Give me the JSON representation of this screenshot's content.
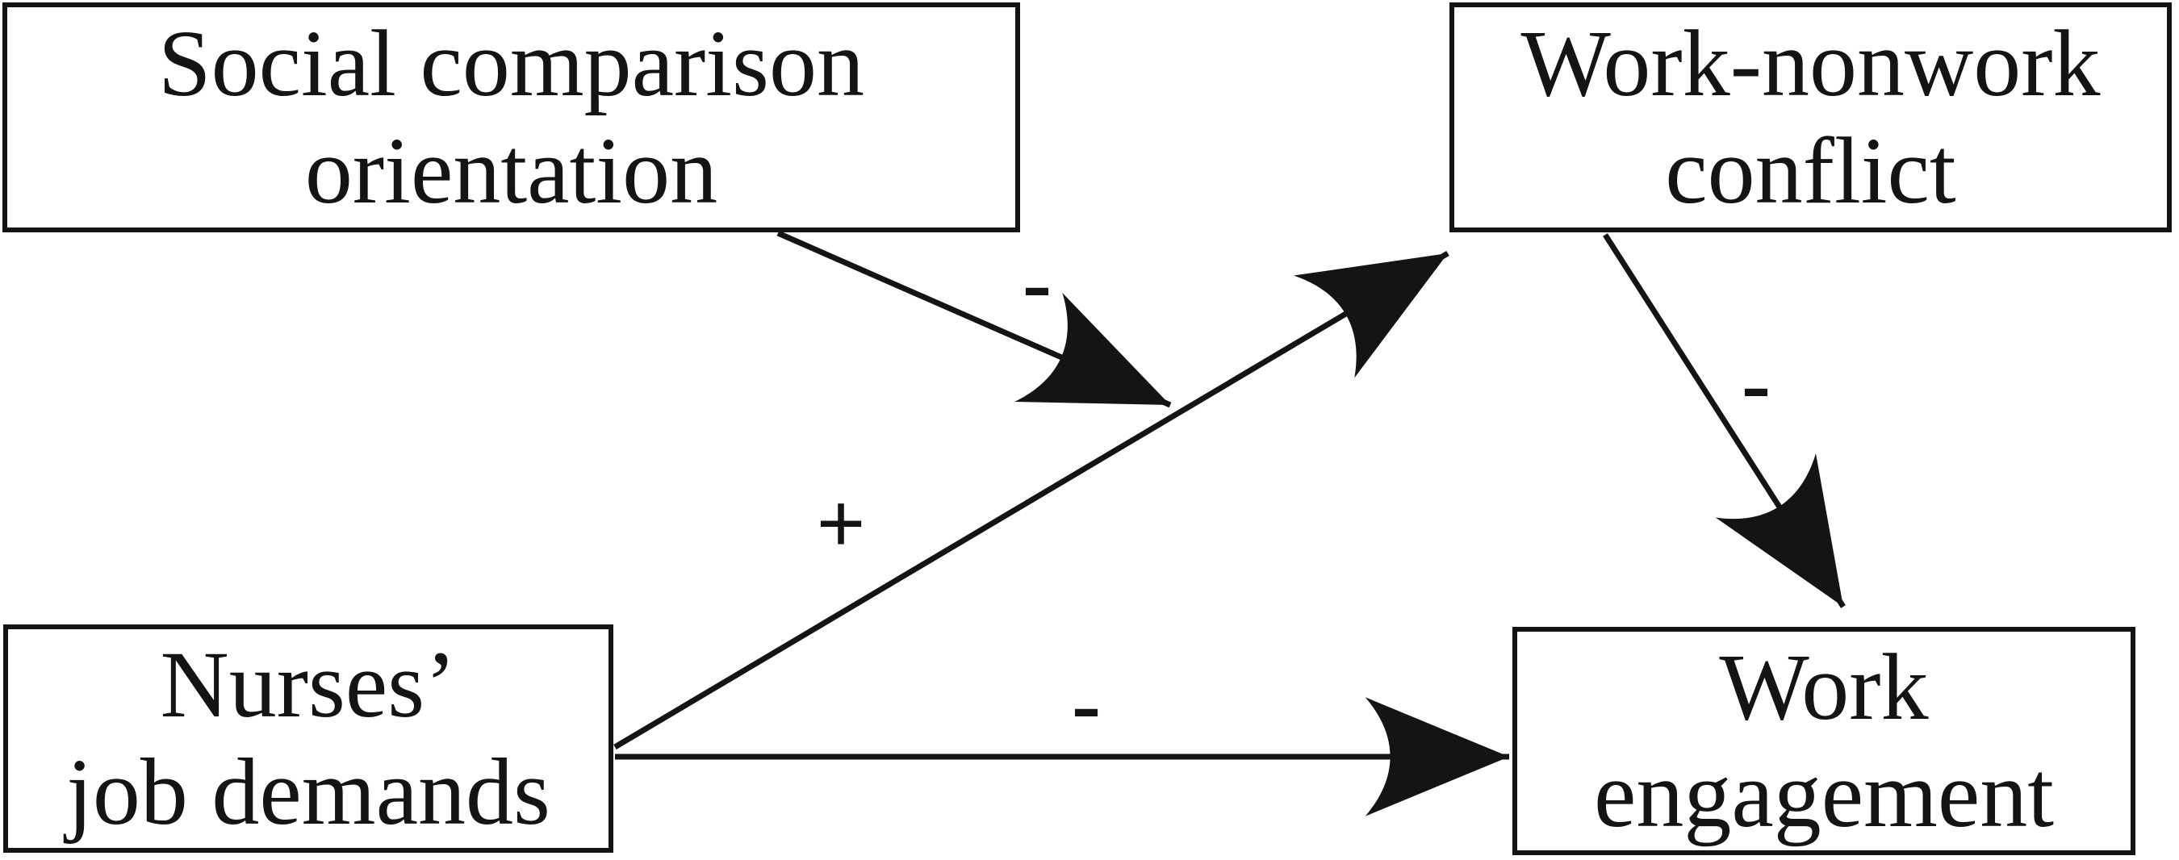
{
  "figure": {
    "type": "path-model-diagram",
    "background_color": "#ffffff",
    "ink_color": "#141414"
  },
  "nodes": [
    {
      "id": "social-comparison-orientation",
      "label": "Social comparison\norientation"
    },
    {
      "id": "work-nonwork-conflict",
      "label": "Work-nonwork\nconflict"
    },
    {
      "id": "nurses-job-demands",
      "label": "Nurses’\njob demands"
    },
    {
      "id": "work-engagement",
      "label": "Work\nengagement"
    }
  ],
  "edges": [
    {
      "id": "moderation-of-demands-conflict-path",
      "from": "social-comparison-orientation",
      "to": "path-demands-to-conflict",
      "sign": "-"
    },
    {
      "id": "demands-to-conflict",
      "from": "nurses-job-demands",
      "to": "work-nonwork-conflict",
      "sign": "+"
    },
    {
      "id": "demands-to-engagement",
      "from": "nurses-job-demands",
      "to": "work-engagement",
      "sign": "-"
    },
    {
      "id": "conflict-to-engagement",
      "from": "work-nonwork-conflict",
      "to": "work-engagement",
      "sign": "-"
    }
  ]
}
